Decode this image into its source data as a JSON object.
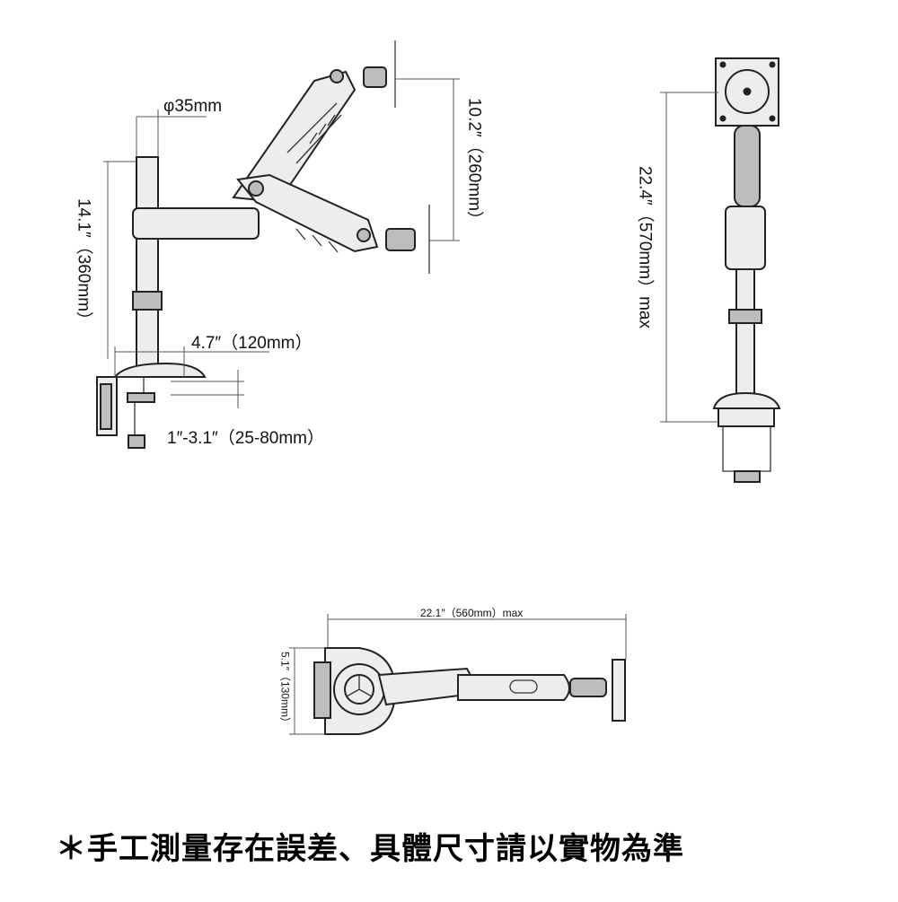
{
  "side_view": {
    "pole_diameter": "φ35mm",
    "pole_height": "14.1″（360mm）",
    "arm_vertical_range": "10.2″（260mm）",
    "clamp_offset": "4.7″（120mm）",
    "clamp_range": "1″-3.1″（25-80mm）"
  },
  "front_view": {
    "max_height": "22.4″（570mm）max"
  },
  "top_view": {
    "max_reach": "22.1″（560mm）max",
    "depth": "5.1″（130mm）"
  },
  "disclaimer": "＊手工測量存在誤差、具體尺寸請以實物為準",
  "colors": {
    "line": "#222222",
    "fill": "#ededed",
    "shade": "#bdbdbd"
  }
}
